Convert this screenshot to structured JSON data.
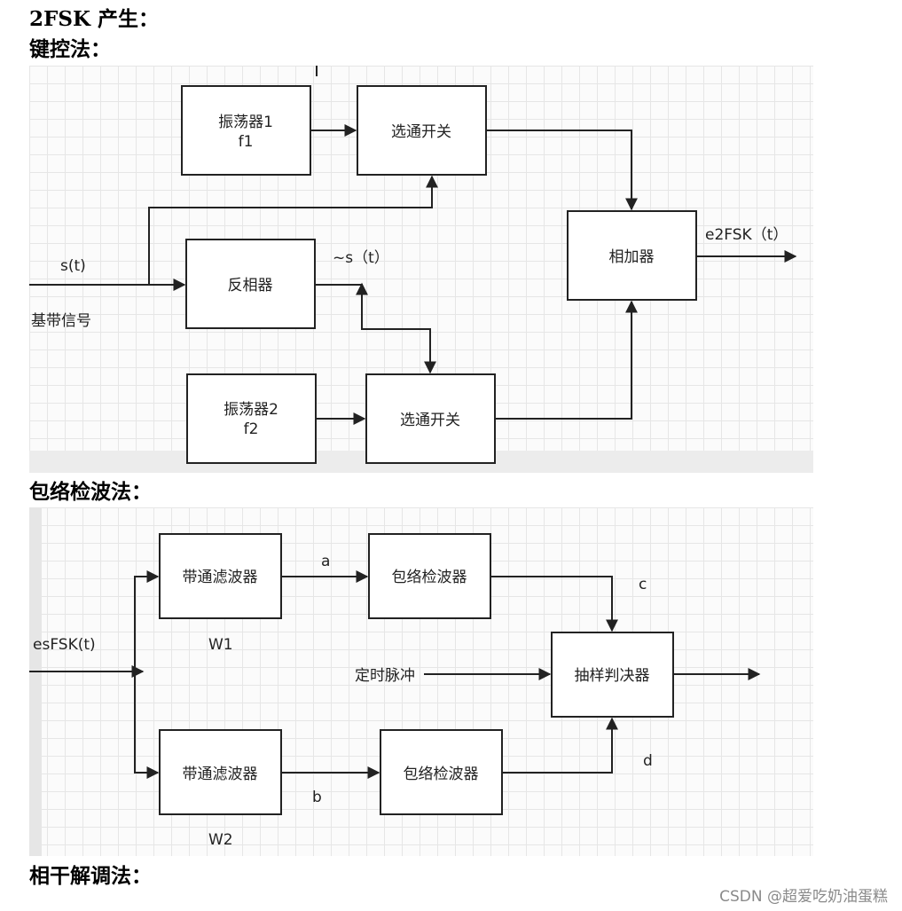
{
  "headings": {
    "fsk_generation": "2FSK 产生：",
    "keying_method": "键控法：",
    "envelope_detection": "包络检波法：",
    "coherent_demod": "相干解调法："
  },
  "keying": {
    "osc1_line1": "振荡器1",
    "osc1_line2": "f1",
    "switch1": "选通开关",
    "inverter": "反相器",
    "osc2_line1": "振荡器2",
    "osc2_line2": "f2",
    "switch2": "选通开关",
    "adder": "相加器",
    "input_label": "s(t)",
    "input_caption": "基带信号",
    "inverted_label": "~s（t）",
    "output_label": "e2FSK（t）"
  },
  "envelope": {
    "bpf1": "带通滤波器",
    "bpf2": "带通滤波器",
    "env1": "包络检波器",
    "env2": "包络检波器",
    "sampler": "抽样判决器",
    "input_label": "esFSK(t)",
    "w1": "W1",
    "w2": "W2",
    "a": "a",
    "b": "b",
    "c": "c",
    "d": "d",
    "timing": "定时脉冲"
  },
  "watermark": "CSDN @超爱吃奶油蛋糕"
}
